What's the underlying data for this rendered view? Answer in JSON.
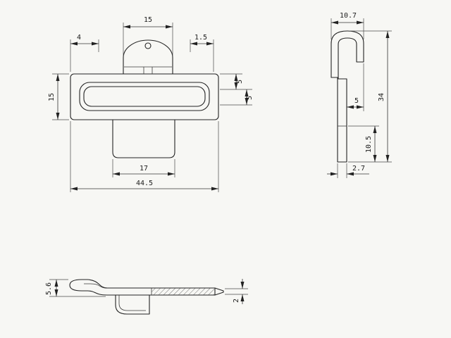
{
  "drawing": {
    "line_color": "#232323",
    "paper_color": "#f7f7f4",
    "front_view": {
      "dim_top_tab_width": "15",
      "dim_left_offset": "4",
      "dim_right_offset": "1.5",
      "dim_plate_height": "15",
      "dim_slot_upper": "5",
      "dim_slot_lower": "5",
      "dim_bottom_tab_width": "17",
      "dim_total_width": "44.5"
    },
    "side_view": {
      "dim_hook_width": "10.7",
      "dim_hook_gap": "5",
      "dim_total_height": "34",
      "dim_lower_height": "10.5",
      "dim_thickness": "2.7"
    },
    "bottom_view": {
      "dim_clip_height": "5.6",
      "dim_tip_thickness": "2"
    }
  }
}
